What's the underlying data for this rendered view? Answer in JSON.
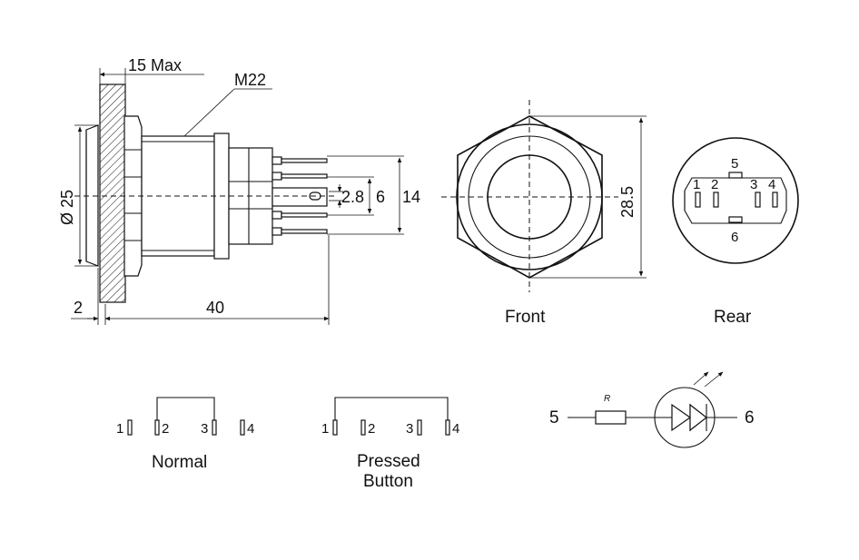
{
  "dimensions": {
    "max_depth": "15 Max",
    "thread": "M22",
    "diameter": "Ø 25",
    "flange": "2",
    "length": "40",
    "pin_width": "2.8",
    "pin_pitch": "6",
    "pin_span": "14",
    "across_flats": "28.5"
  },
  "views": {
    "front": "Front",
    "rear": "Rear"
  },
  "rear_pins": {
    "p1": "1",
    "p2": "2",
    "p3": "3",
    "p4": "4",
    "p5": "5",
    "p6": "6"
  },
  "switch_states": {
    "normal": {
      "label": "Normal",
      "pins": [
        "1",
        "2",
        "3",
        "4"
      ]
    },
    "pressed": {
      "label_line1": "Pressed",
      "label_line2": "Button",
      "pins": [
        "1",
        "2",
        "3",
        "4"
      ]
    }
  },
  "led_circuit": {
    "left_terminal": "5",
    "right_terminal": "6",
    "resistor": "R"
  }
}
